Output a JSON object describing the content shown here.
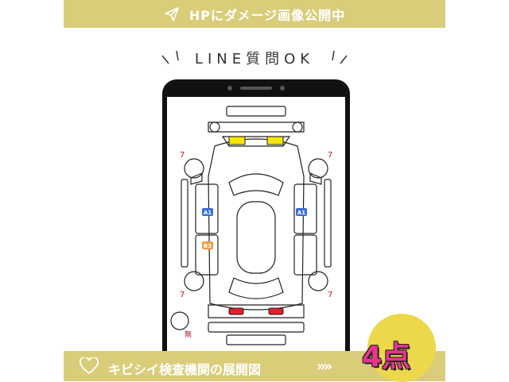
{
  "top_banner": {
    "text": "HPにダメージ画像公開中",
    "icon": "paper-plane-icon"
  },
  "line_heading": "LINE質問OK",
  "diagram": {
    "marks": {
      "seven_tl": "7",
      "seven_tr": "7",
      "seven_bl": "7",
      "seven_br": "7",
      "a1_left": "A1",
      "a1_right": "A1",
      "b3_left": "B3",
      "nashi": "無"
    },
    "colors": {
      "yellow": "#f5e600",
      "red": "#e0202a",
      "blue": "#3b6fd6",
      "orange": "#f0a040"
    }
  },
  "bottom_banner": {
    "text": "キビシイ検査機関の展開図",
    "arrows": "»»",
    "icon": "heart-icon"
  },
  "count_badge": "4点",
  "colors": {
    "banner": "#d9cd7a",
    "badge_circle": "#ecd84a",
    "badge_text": "#e8358f"
  }
}
